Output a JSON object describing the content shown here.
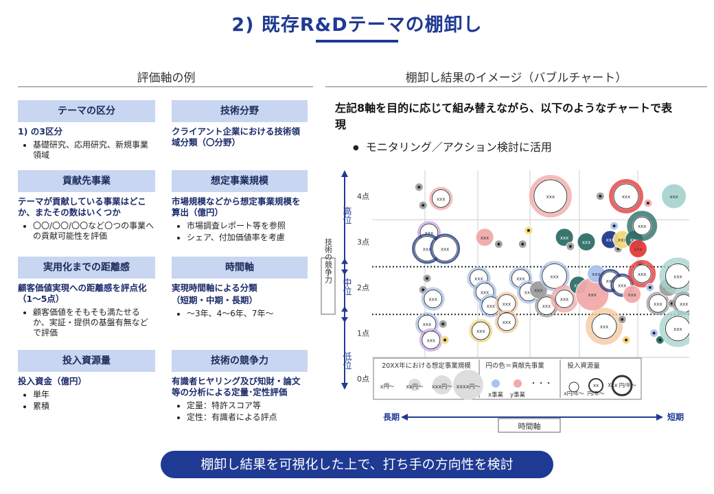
{
  "title": "2) 既存R&Dテーマの棚卸し",
  "left_header": "評価軸の例",
  "right_header": "棚卸し結果のイメージ（バブルチャート）",
  "cards": [
    {
      "title": "テーマの区分",
      "sub": [
        "1) の3区分"
      ],
      "bullets": [
        "基礎研究、応用研究、新規事業領域"
      ]
    },
    {
      "title": "技術分野",
      "sub": [
        "クライアント企業における技術領域分類（〇分野）"
      ],
      "bullets": []
    },
    {
      "title": "貢献先事業",
      "sub": [
        "テーマが貢献している事業はどこか、またその数はいくつか"
      ],
      "bullets": [
        "〇〇/〇〇/〇〇など〇つの事業への貢献可能性を評価"
      ]
    },
    {
      "title": "想定事業規模",
      "sub": [
        "市場規模などから想定事業規模を算出（億円）"
      ],
      "bullets": [
        "市場調査レポート等を参照",
        "シェア、付加価値率を考慮"
      ]
    },
    {
      "title": "実用化までの距離感",
      "sub": [
        "顧客価値実現への距離感を評点化（1～5点）"
      ],
      "bullets": [
        "顧客価値をそもそも満たせるか、実証・提供の基盤有無などで評価"
      ]
    },
    {
      "title": "時間軸",
      "sub": [
        "実現時間軸による分類",
        "（短期・中期・長期）"
      ],
      "bullets": [
        "～3年、4～6年、7年～"
      ]
    },
    {
      "title": "投入資源量",
      "sub": [
        "投入資金（億円）"
      ],
      "bullets": [
        "単年",
        "累積"
      ]
    },
    {
      "title": "技術の競争力",
      "sub": [
        "有識者ヒヤリング及び知財・論文等の分析による定量･定性評価"
      ],
      "bullets": [
        "定量：特許スコア等",
        "定性：有識者による評点"
      ]
    }
  ],
  "right_title": "左記8軸を目的に応じて組み替えながら、以下のようなチャートで表現",
  "right_bullet": "モニタリング／アクション検討に活用",
  "footer": "棚卸し結果を可視化した上で、打ち手の方向性を検討",
  "chart_data": {
    "type": "scatter",
    "y_ticks": [
      "0点",
      "1点",
      "2点",
      "3点",
      "4点"
    ],
    "y_zones": [
      "高位",
      "中位",
      "低位"
    ],
    "y_axis_label": "技術の競争力",
    "x_axis_label": "時間軸",
    "x_left": "長期",
    "x_right": "短期",
    "bubble_label": "xxx",
    "legend": {
      "size_title": "20XX年における想定事業規模",
      "size_items": [
        "x円～",
        "xx円～",
        "xxx円～",
        "xxxx円～"
      ],
      "color_title": "円の色＝貢献先事業",
      "color_items": [
        "x事業",
        "y事業"
      ],
      "color_more": "・・・",
      "ring_title": "投入資源量",
      "ring_items": [
        "x円/年～",
        "円/年～",
        "Xxx 円/年～"
      ],
      "ring_inner": [
        "xx",
        "xxx"
      ]
    },
    "colors": {
      "navy": "#1f3a8a",
      "teal": "#2f6f68",
      "red": "#e63c3c",
      "pink": "#f2aaaa",
      "lightblue": "#aac4ee",
      "lavender": "#c8a8e8",
      "yellow": "#f3d77a",
      "peach": "#f6c9a0",
      "grey": "#a0a0a0",
      "paleteal": "#a8d4d0"
    },
    "bubbles": [
      {
        "x": 0.8,
        "y": 4.2,
        "s": 1,
        "c": "grey",
        "r": "none"
      },
      {
        "x": 0.9,
        "y": 3.8,
        "s": 1,
        "c": "grey",
        "r": "none"
      },
      {
        "x": 1.35,
        "y": 3.95,
        "s": 2,
        "c": "pink",
        "r": "thin"
      },
      {
        "x": 1.05,
        "y": 3.2,
        "s": 2,
        "c": "lavender",
        "r": "thin"
      },
      {
        "x": 1.0,
        "y": 2.85,
        "s": 3,
        "c": "navy",
        "r": "thin"
      },
      {
        "x": 1.45,
        "y": 2.85,
        "s": 3,
        "c": "navy",
        "r": "thin"
      },
      {
        "x": 2.45,
        "y": 3.1,
        "s": 2,
        "c": "pink",
        "r": "none"
      },
      {
        "x": 2.8,
        "y": 2.95,
        "s": 1,
        "c": "grey",
        "r": "none"
      },
      {
        "x": 3.4,
        "y": 2.95,
        "s": 1,
        "c": "grey",
        "r": "none"
      },
      {
        "x": 3.55,
        "y": 3.25,
        "s": 1,
        "c": "yellow",
        "r": "none"
      },
      {
        "x": 4.1,
        "y": 4.0,
        "s": 4,
        "c": "pink",
        "r": "mid"
      },
      {
        "x": 4.45,
        "y": 3.1,
        "s": 2,
        "c": "teal",
        "r": "none"
      },
      {
        "x": 4.6,
        "y": 2.9,
        "s": 1,
        "c": "grey",
        "r": "none"
      },
      {
        "x": 5.0,
        "y": 3.0,
        "s": 2,
        "c": "teal",
        "r": "none"
      },
      {
        "x": 5.35,
        "y": 4.0,
        "s": 1,
        "c": "grey",
        "r": "none"
      },
      {
        "x": 5.6,
        "y": 3.05,
        "s": 2,
        "c": "navy",
        "r": "none"
      },
      {
        "x": 5.7,
        "y": 3.35,
        "s": 1,
        "c": "lightblue",
        "r": "none"
      },
      {
        "x": 5.8,
        "y": 2.85,
        "s": 1,
        "c": "grey",
        "r": "none"
      },
      {
        "x": 5.9,
        "y": 3.05,
        "s": 2,
        "c": "yellow",
        "r": "none"
      },
      {
        "x": 6.0,
        "y": 4.0,
        "s": 3,
        "c": "red",
        "r": "mid"
      },
      {
        "x": 6.2,
        "y": 3.05,
        "s": 2,
        "c": "teal",
        "r": "none"
      },
      {
        "x": 6.3,
        "y": 2.85,
        "s": 2,
        "c": "red",
        "r": "none"
      },
      {
        "x": 6.4,
        "y": 3.35,
        "s": 2,
        "c": "teal",
        "r": "thick"
      },
      {
        "x": 6.35,
        "y": 2.5,
        "s": 1,
        "c": "grey",
        "r": "none"
      },
      {
        "x": 6.55,
        "y": 3.85,
        "s": 1,
        "c": "pink",
        "r": "none"
      },
      {
        "x": 7.2,
        "y": 4.0,
        "s": 3,
        "c": "paleteal",
        "r": "none"
      },
      {
        "x": 0.9,
        "y": 1.95,
        "s": 1,
        "c": "grey",
        "r": "none"
      },
      {
        "x": 1.0,
        "y": 2.2,
        "s": 1,
        "c": "grey",
        "r": "none"
      },
      {
        "x": 1.15,
        "y": 1.75,
        "s": 2,
        "c": "lightblue",
        "r": "thin"
      },
      {
        "x": 2.3,
        "y": 2.2,
        "s": 2,
        "c": "lightblue",
        "r": "thin"
      },
      {
        "x": 2.45,
        "y": 1.9,
        "s": 2,
        "c": "lightblue",
        "r": "thin"
      },
      {
        "x": 2.6,
        "y": 1.6,
        "s": 2,
        "c": "lightblue",
        "r": "thin"
      },
      {
        "x": 3.0,
        "y": 1.65,
        "s": 2,
        "c": "peach",
        "r": "thin"
      },
      {
        "x": 3.35,
        "y": 2.2,
        "s": 2,
        "c": "lightblue",
        "r": "thin"
      },
      {
        "x": 3.55,
        "y": 1.9,
        "s": 2,
        "c": "lightblue",
        "r": "thin"
      },
      {
        "x": 3.8,
        "y": 1.95,
        "s": 2,
        "c": "grey",
        "r": "none"
      },
      {
        "x": 4.0,
        "y": 1.6,
        "s": 2,
        "c": "grey",
        "r": "thin"
      },
      {
        "x": 4.2,
        "y": 2.25,
        "s": 3,
        "c": "lightblue",
        "r": "thin"
      },
      {
        "x": 4.45,
        "y": 1.75,
        "s": 2,
        "c": "pink",
        "r": "mid"
      },
      {
        "x": 4.8,
        "y": 2.05,
        "s": 2,
        "c": "teal",
        "r": "none"
      },
      {
        "x": 5.15,
        "y": 1.85,
        "s": 4,
        "c": "pink",
        "r": "none"
      },
      {
        "x": 5.25,
        "y": 2.3,
        "s": 2,
        "c": "lightblue",
        "r": "none"
      },
      {
        "x": 5.6,
        "y": 2.15,
        "s": 2,
        "c": "navy",
        "r": "thin"
      },
      {
        "x": 5.9,
        "y": 2.05,
        "s": 2,
        "c": "navy",
        "r": "thin"
      },
      {
        "x": 6.15,
        "y": 1.85,
        "s": 2,
        "c": "pink",
        "r": "none"
      },
      {
        "x": 6.4,
        "y": 2.3,
        "s": 2,
        "c": "red",
        "r": "mid"
      },
      {
        "x": 6.6,
        "y": 2.0,
        "s": 1,
        "c": "lightblue",
        "r": "none"
      },
      {
        "x": 6.8,
        "y": 1.65,
        "s": 2,
        "c": "grey",
        "r": "thin"
      },
      {
        "x": 7.05,
        "y": 2.0,
        "s": 2,
        "c": "grey",
        "r": "none"
      },
      {
        "x": 7.3,
        "y": 2.25,
        "s": 3,
        "c": "paleteal",
        "r": "thick"
      },
      {
        "x": 7.15,
        "y": 1.65,
        "s": 1,
        "c": "grey",
        "r": "none"
      },
      {
        "x": 7.45,
        "y": 1.65,
        "s": 2,
        "c": "grey",
        "r": "thin"
      },
      {
        "x": 1.0,
        "y": 1.2,
        "s": 2,
        "c": "lightblue",
        "r": "thin"
      },
      {
        "x": 1.1,
        "y": 0.85,
        "s": 2,
        "c": "lavender",
        "r": "thin"
      },
      {
        "x": 1.4,
        "y": 1.2,
        "s": 1,
        "c": "grey",
        "r": "none"
      },
      {
        "x": 1.45,
        "y": 0.85,
        "s": 1,
        "c": "yellow",
        "r": "none"
      },
      {
        "x": 2.35,
        "y": 1.05,
        "s": 2,
        "c": "yellow",
        "r": "thin"
      },
      {
        "x": 3.0,
        "y": 1.25,
        "s": 2,
        "c": "peach",
        "r": "thin"
      },
      {
        "x": 5.45,
        "y": 1.15,
        "s": 3,
        "c": "peach",
        "r": "thick"
      },
      {
        "x": 5.9,
        "y": 1.3,
        "s": 1,
        "c": "grey",
        "r": "none"
      },
      {
        "x": 6.0,
        "y": 0.85,
        "s": 1,
        "c": "yellow",
        "r": "none"
      },
      {
        "x": 6.7,
        "y": 1.0,
        "s": 1,
        "c": "lightblue",
        "r": "none"
      },
      {
        "x": 6.85,
        "y": 0.85,
        "s": 1,
        "c": "teal",
        "r": "none"
      },
      {
        "x": 7.3,
        "y": 1.1,
        "s": 3,
        "c": "paleteal",
        "r": "thick"
      }
    ]
  }
}
